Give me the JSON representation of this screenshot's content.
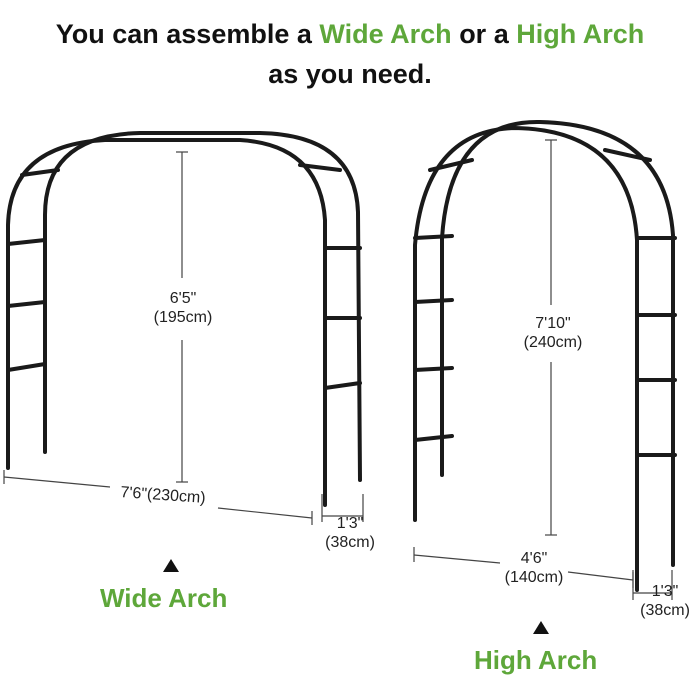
{
  "headline": {
    "line1_prefix": "You can assemble a",
    "wide_term": "Wide Arch",
    "connector": "or a",
    "high_term": "High Arch",
    "line2": "as you need.",
    "accent_color": "#5ea73a"
  },
  "wide_arch": {
    "height_ft": "6'5\"",
    "height_cm": "(195cm)",
    "width_label": "7'6\"(230cm)",
    "depth_ft": "1'3\"",
    "depth_cm": "(38cm)",
    "caption": "Wide Arch",
    "pointer_icon": "triangle-up-icon"
  },
  "high_arch": {
    "height_ft": "7'10\"",
    "height_cm": "(240cm)",
    "width_ft": "4'6\"",
    "width_cm": "(140cm)",
    "depth_ft": "1'3\"",
    "depth_cm": "(38cm)",
    "caption": "High Arch",
    "pointer_icon": "triangle-up-icon"
  }
}
